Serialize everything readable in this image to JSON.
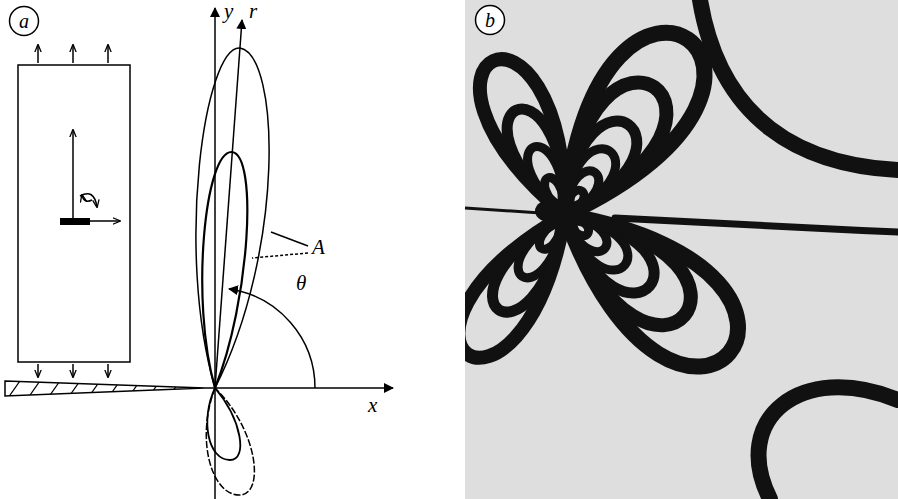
{
  "diagram": {
    "nodes": [
      {
        "text": [
          "a"
        ]
      },
      {
        "text": [
          "b"
        ]
      }
    ],
    "labels": [
      "y",
      "r",
      "A",
      "θ",
      "x"
    ]
  }
}
